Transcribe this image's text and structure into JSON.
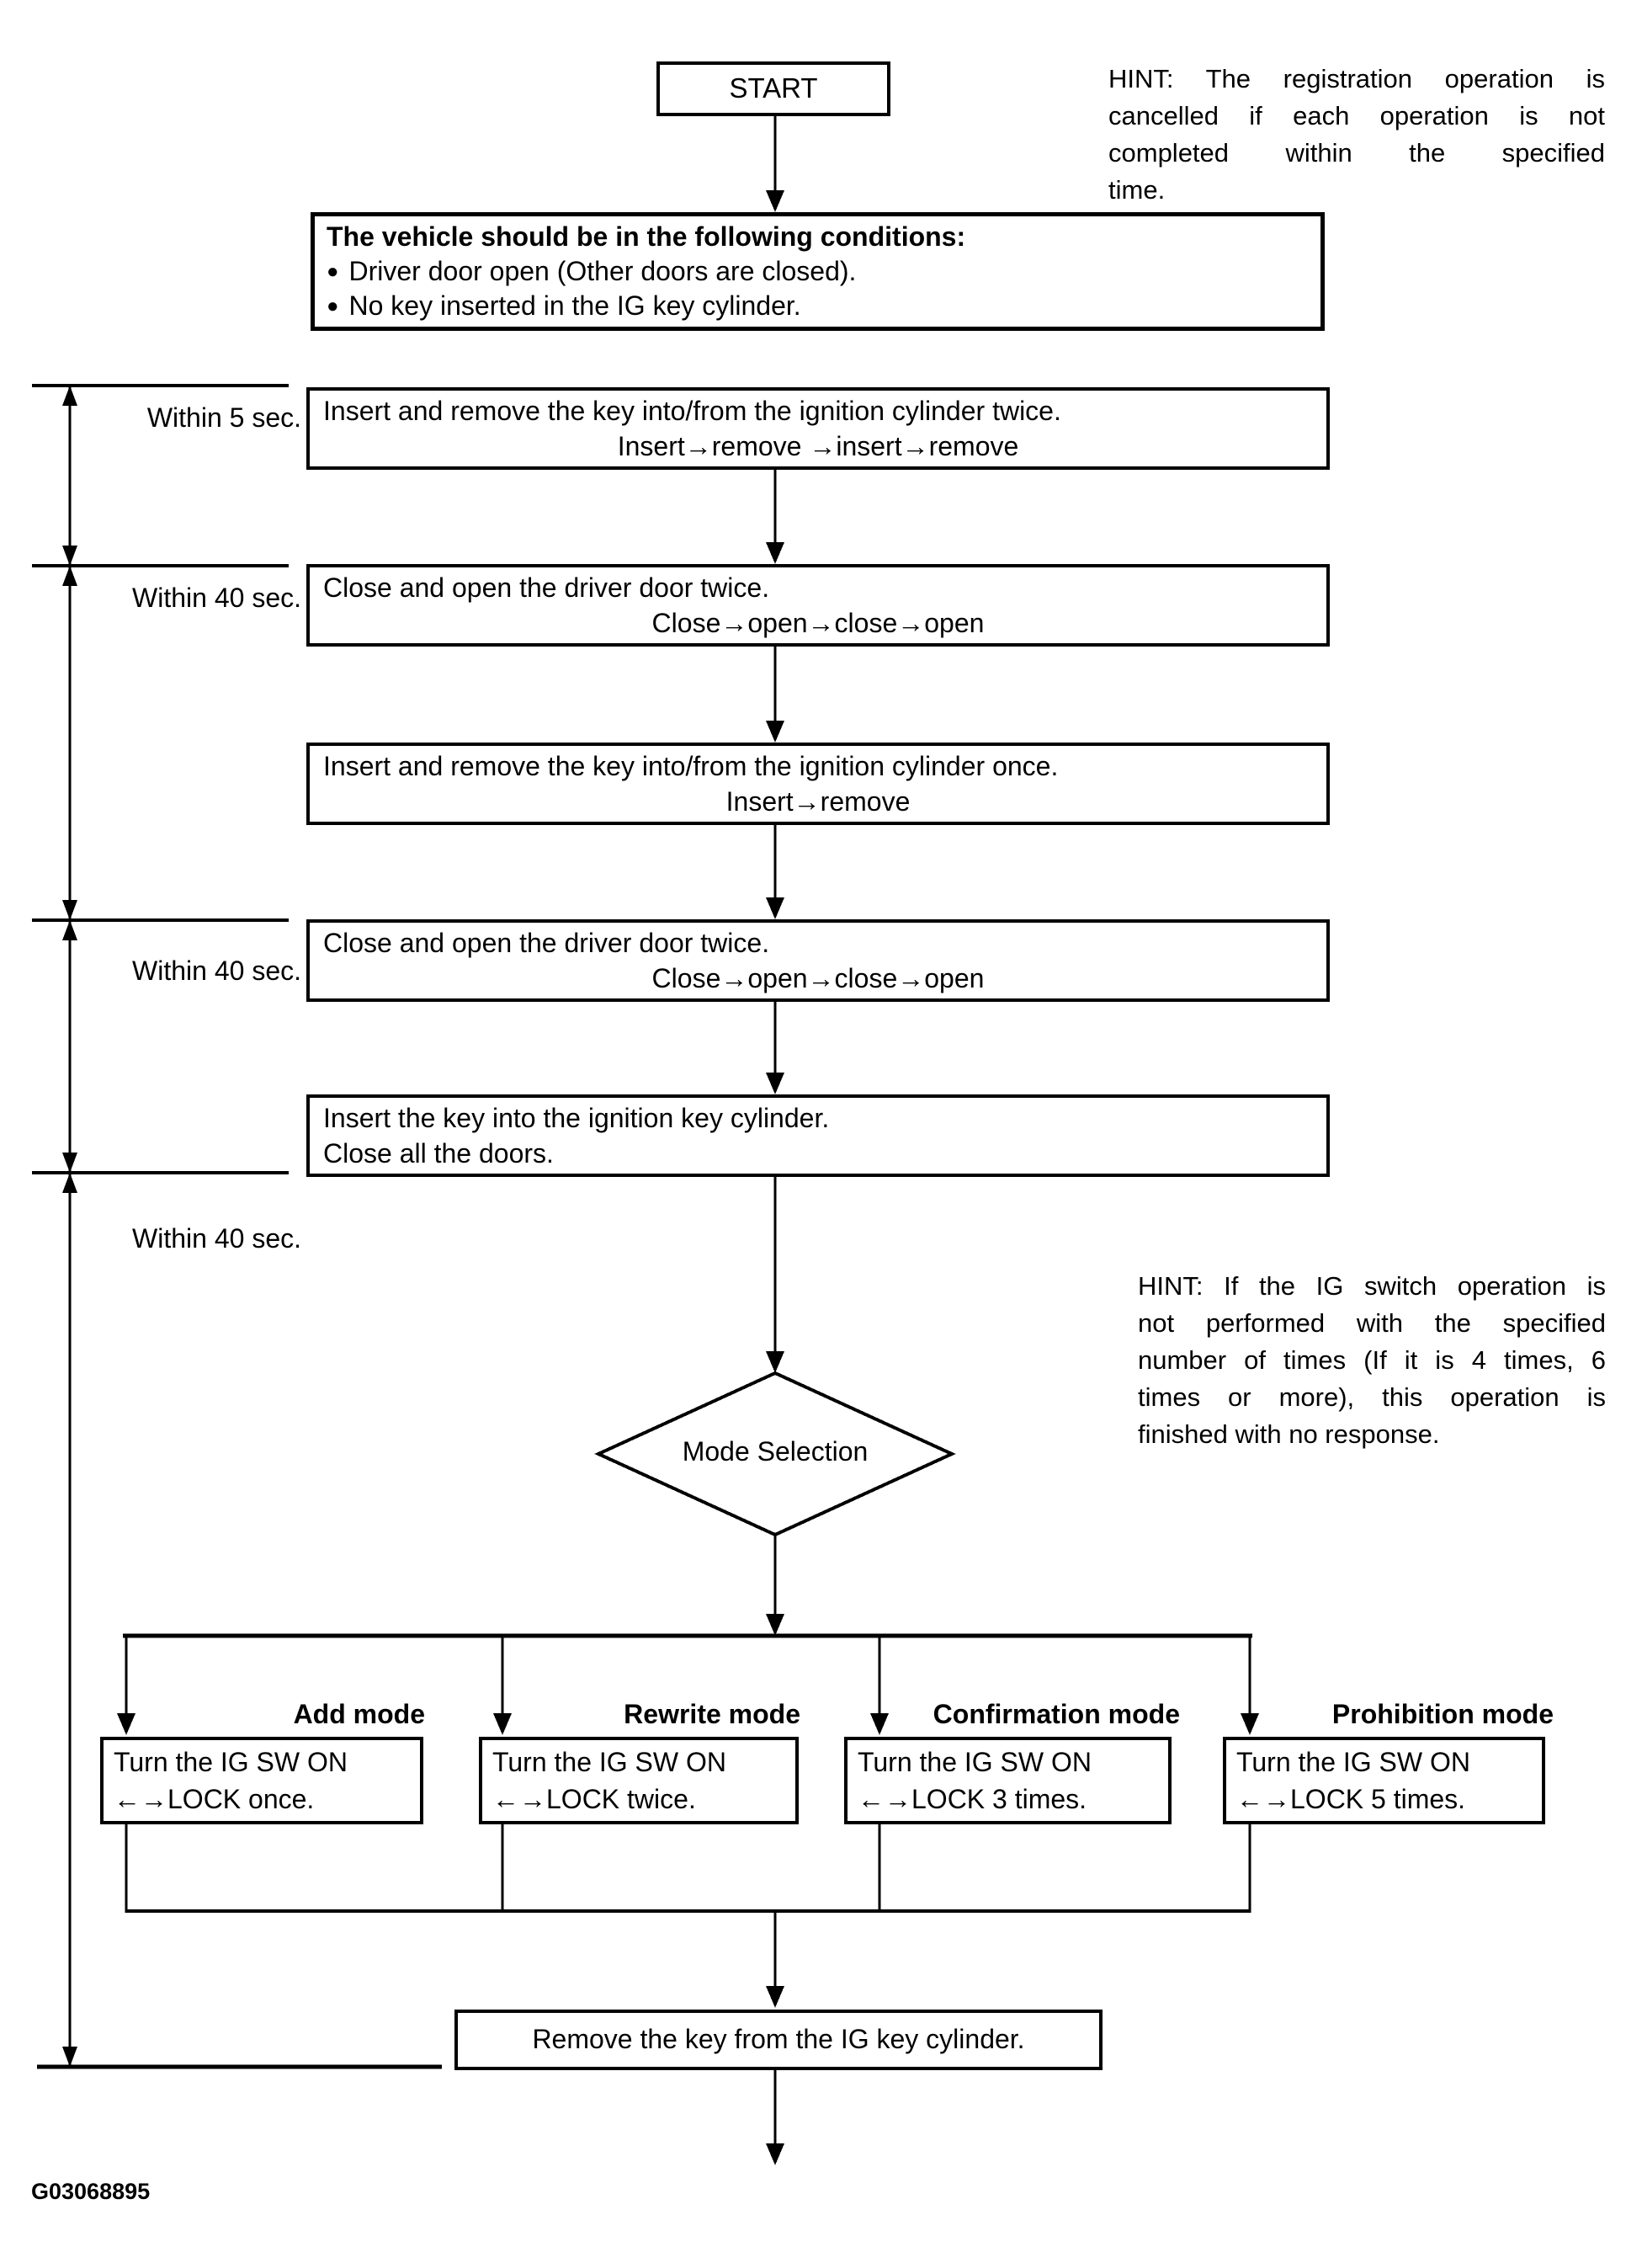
{
  "start_label": "START",
  "hint_top": {
    "lines": [
      "HINT: The registration operation is",
      "cancelled if each operation is not",
      "completed within the specified",
      "time."
    ]
  },
  "conditions": {
    "title": "The vehicle should be in the following conditions:",
    "bullet_char": "●",
    "bullets": [
      "Driver door open (Other doors are closed).",
      "No key inserted in the IG key cylinder."
    ]
  },
  "timers": [
    {
      "label": "Within 5 sec."
    },
    {
      "label": "Within 40 sec."
    },
    {
      "label": "Within 40 sec."
    },
    {
      "label": "Within 40 sec."
    }
  ],
  "steps": [
    {
      "line1": "Insert and remove the key into/from the ignition cylinder twice.",
      "line2": "Insert→remove →insert→remove"
    },
    {
      "line1": "Close and open the driver door twice.",
      "line2": "Close→open→close→open"
    },
    {
      "line1": "Insert and remove the key into/from the ignition cylinder once.",
      "line2": "Insert→remove"
    },
    {
      "line1": "Close and open the driver door twice.",
      "line2": "Close→open→close→open"
    },
    {
      "line1": "Insert the key into the ignition key cylinder.",
      "line2": "Close all the doors."
    }
  ],
  "hint_mode": {
    "lines": [
      "HINT: If the IG switch operation is",
      "not performed with the specified",
      "number of times (If it is 4 times, 6",
      "times or more), this operation is",
      "finished with no response."
    ]
  },
  "decision": {
    "label": "Mode Selection"
  },
  "modes": [
    {
      "header": "Add mode",
      "line1": "Turn the IG SW ON",
      "line2": "←→LOCK once."
    },
    {
      "header": "Rewrite mode",
      "line1": "Turn the IG SW ON",
      "line2": "←→LOCK twice."
    },
    {
      "header": "Confirmation mode",
      "line1": "Turn the IG SW ON",
      "line2": "←→LOCK 3 times."
    },
    {
      "header": "Prohibition mode",
      "line1": "Turn the IG SW ON",
      "line2": "←→LOCK 5 times."
    }
  ],
  "final_step": {
    "label": "Remove the key from the IG key cylinder."
  },
  "figure_id": "G03068895",
  "colors": {
    "ink": "#000000",
    "paper": "#ffffff"
  }
}
